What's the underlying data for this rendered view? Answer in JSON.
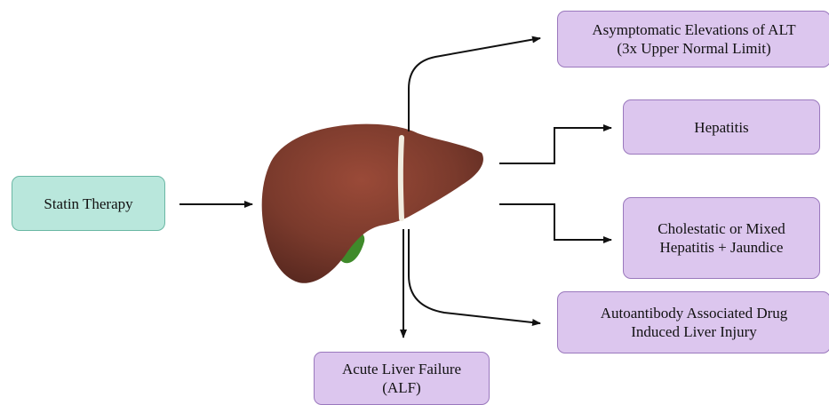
{
  "colors": {
    "source_fill": "#b9e7dc",
    "outcome_fill": "#dcc6ee",
    "liver": "#7a3a2c",
    "gallbladder": "#3f8a2a",
    "arrow": "#111111"
  },
  "source": {
    "label": "Statin Therapy"
  },
  "organ": {
    "name": "liver-illustration"
  },
  "outcomes": {
    "alt": {
      "line1": "Asymptomatic Elevations of ALT",
      "line2": "(3x Upper Normal Limit)"
    },
    "hepatitis": {
      "line1": "Hepatitis"
    },
    "cholestatic": {
      "line1": "Cholestatic or Mixed",
      "line2": "Hepatitis + Jaundice"
    },
    "autoantibody": {
      "line1": "Autoantibody Associated Drug",
      "line2": "Induced Liver Injury"
    },
    "alf": {
      "line1": "Acute Liver Failure",
      "line2": "(ALF)"
    }
  }
}
